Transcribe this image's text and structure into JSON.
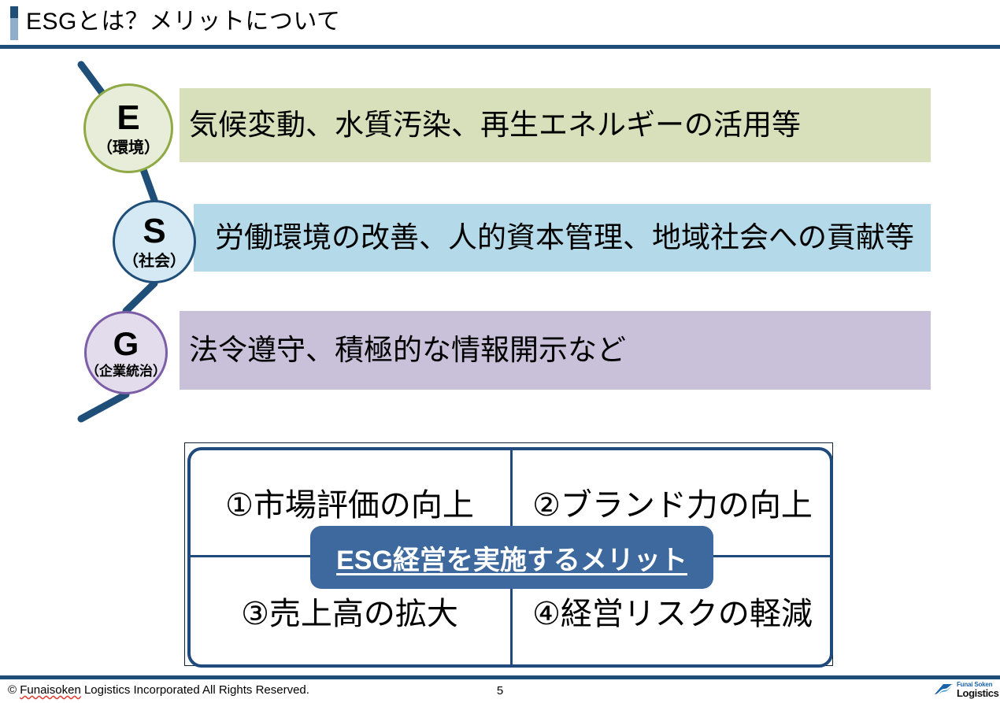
{
  "slide": {
    "title": "ESGとは？メリットについて",
    "page_number": "5",
    "accent_color_dark": "#1f4e79",
    "accent_color_light": "#8faece"
  },
  "esg": {
    "rows": [
      {
        "letter": "E",
        "sub": "（環境）",
        "description": "気候変動、水質汚染、再生エネルギーの活用等",
        "bar_color": "#d7e0ba",
        "circle_fill": "#e7edd8",
        "circle_border": "#8faa44"
      },
      {
        "letter": "S",
        "sub": "（社会）",
        "description": "労働環境の改善、人的資本管理、地域社会への貢献等",
        "bar_color": "#b4d9e8",
        "circle_fill": "#d4e9f3",
        "circle_border": "#1f4e79"
      },
      {
        "letter": "G",
        "sub": "（企業統治）",
        "description": "法令遵守、積極的な情報開示など",
        "bar_color": "#c9c1da",
        "circle_fill": "#e3dcec",
        "circle_border": "#7b5ea7"
      }
    ]
  },
  "benefits": {
    "center_label": "ESG経営を実施するメリット",
    "center_color": "#3d699e",
    "frame_color": "#20497c",
    "cells": [
      {
        "label": "①市場評価の向上"
      },
      {
        "label": "②ブランド力の向上"
      },
      {
        "label": "③売上高の拡大"
      },
      {
        "label": "④経営リスクの軽減"
      }
    ]
  },
  "footer": {
    "copyright_prefix": "© ",
    "copyright_company": "Funaisoken",
    "copyright_suffix": " Logistics Incorporated All Rights Reserved.",
    "logo_brand": "Funai Soken",
    "logo_division": "Logistics",
    "logo_color": "#1b63a8"
  }
}
